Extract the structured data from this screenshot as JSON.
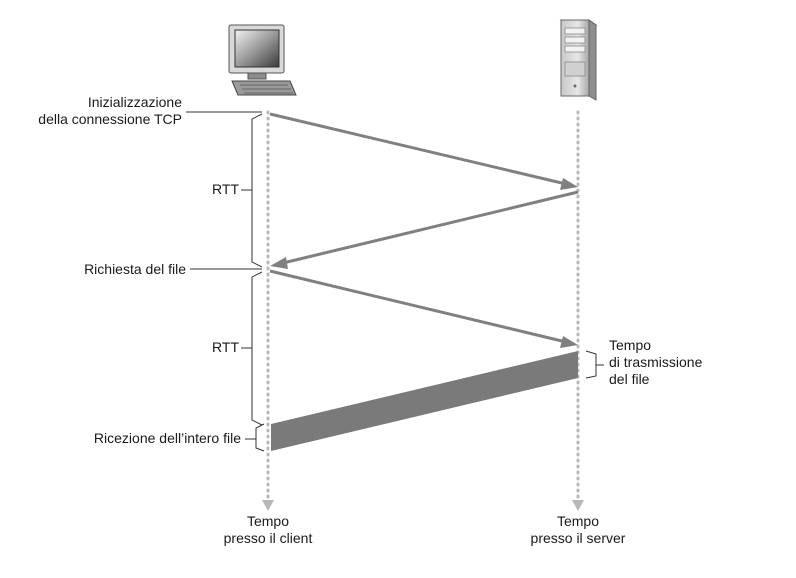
{
  "left_labels": {
    "init_line1": "Inizializzazione",
    "init_line2": "della connessione TCP",
    "rtt1": "RTT",
    "request": "Richiesta del file",
    "rtt2": "RTT",
    "receive": "Ricezione dell’intero file"
  },
  "right_labels": {
    "tx_line1": "Tempo",
    "tx_line2": "di trasmissione",
    "tx_line3": "del file"
  },
  "bottom_labels": {
    "client_line1": "Tempo",
    "client_line2": "presso il client",
    "server_line1": "Tempo",
    "server_line2": "presso il server"
  },
  "icons": {
    "client": "desktop-computer-icon",
    "server": "tower-server-icon"
  },
  "colors": {
    "arrow": "#808080",
    "timeline": "#b8b8b8",
    "bracket": "#333333",
    "transfer_band": "#7a7a7a"
  }
}
